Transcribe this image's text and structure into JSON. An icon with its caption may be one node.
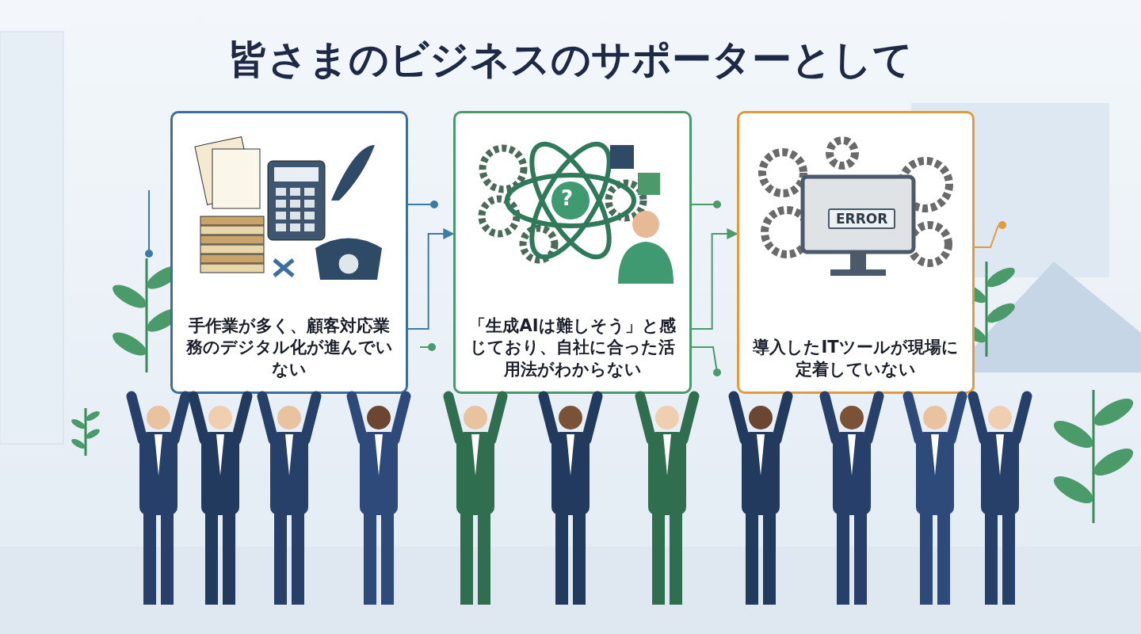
{
  "diagram": {
    "title": "皆さまのビジネスのサポーターとして",
    "nodes": [
      {
        "text": [
          "手作業が多く、顧客対応業務のデジタル化が進んでいない"
        ]
      },
      {
        "text": [
          "「生成AIは難しそう」と感じており、自社に合った活用法がわからない"
        ]
      },
      {
        "text": [
          "導入したITツールが現場に定着していない"
        ]
      }
    ],
    "edges": [
      {
        "from": 0,
        "to": 1,
        "arrow": "to",
        "color": "#3a7ca5"
      },
      {
        "from": 1,
        "to": 2,
        "arrow": "to",
        "color": "#4a9a6a"
      }
    ],
    "labels": [
      "?",
      "ERROR"
    ]
  }
}
